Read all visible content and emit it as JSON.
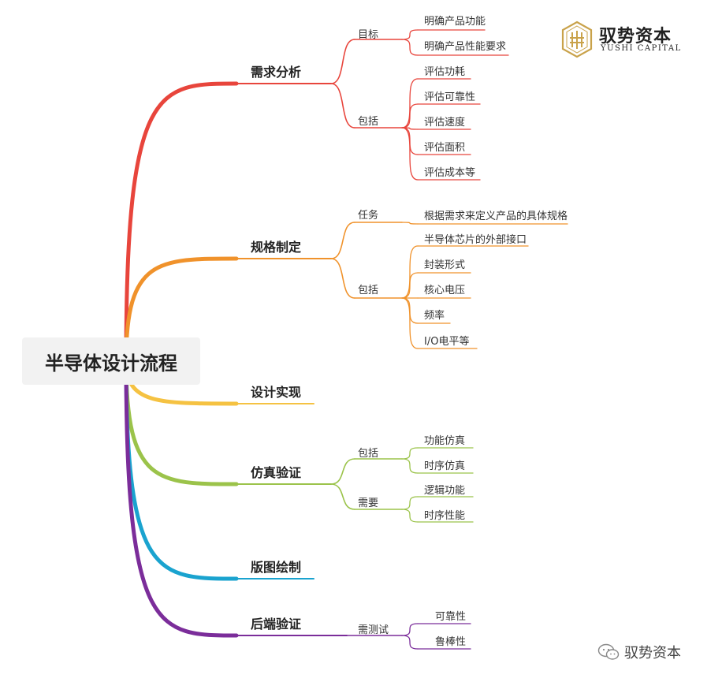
{
  "root": {
    "label": "半导体设计流程"
  },
  "branches": [
    {
      "label": "需求分析",
      "color": "#e8453c",
      "groups": [
        {
          "label": "目标",
          "items": [
            "明确产品功能",
            "明确产品性能要求"
          ]
        },
        {
          "label": "包括",
          "items": [
            "评估功耗",
            "评估可靠性",
            "评估速度",
            "评估面积",
            "评估成本等"
          ]
        }
      ]
    },
    {
      "label": "规格制定",
      "color": "#f0922b",
      "groups": [
        {
          "label": "任务",
          "items": [
            "根据需求来定义产品的具体规格"
          ]
        },
        {
          "label": "包括",
          "items": [
            "半导体芯片的外部接口",
            "封装形式",
            "核心电压",
            "频率",
            "I/O电平等"
          ]
        }
      ]
    },
    {
      "label": "设计实现",
      "color": "#f5c242",
      "groups": []
    },
    {
      "label": "仿真验证",
      "color": "#9bc34a",
      "groups": [
        {
          "label": "包括",
          "items": [
            "功能仿真",
            "时序仿真"
          ]
        },
        {
          "label": "需要",
          "items": [
            "逻辑功能",
            "时序性能"
          ]
        }
      ]
    },
    {
      "label": "版图绘制",
      "color": "#1aa3cf",
      "groups": []
    },
    {
      "label": "后端验证",
      "color": "#7b2d9a",
      "groups": [
        {
          "label": "需测试",
          "items": [
            "可靠性",
            "鲁棒性"
          ]
        }
      ]
    }
  ],
  "logo": {
    "cn": "驭势资本",
    "en": "YUSHI CAPITAL",
    "color": "#c9a24a"
  },
  "watermark": {
    "text": "驭势资本",
    "icon": "wechat-icon"
  }
}
